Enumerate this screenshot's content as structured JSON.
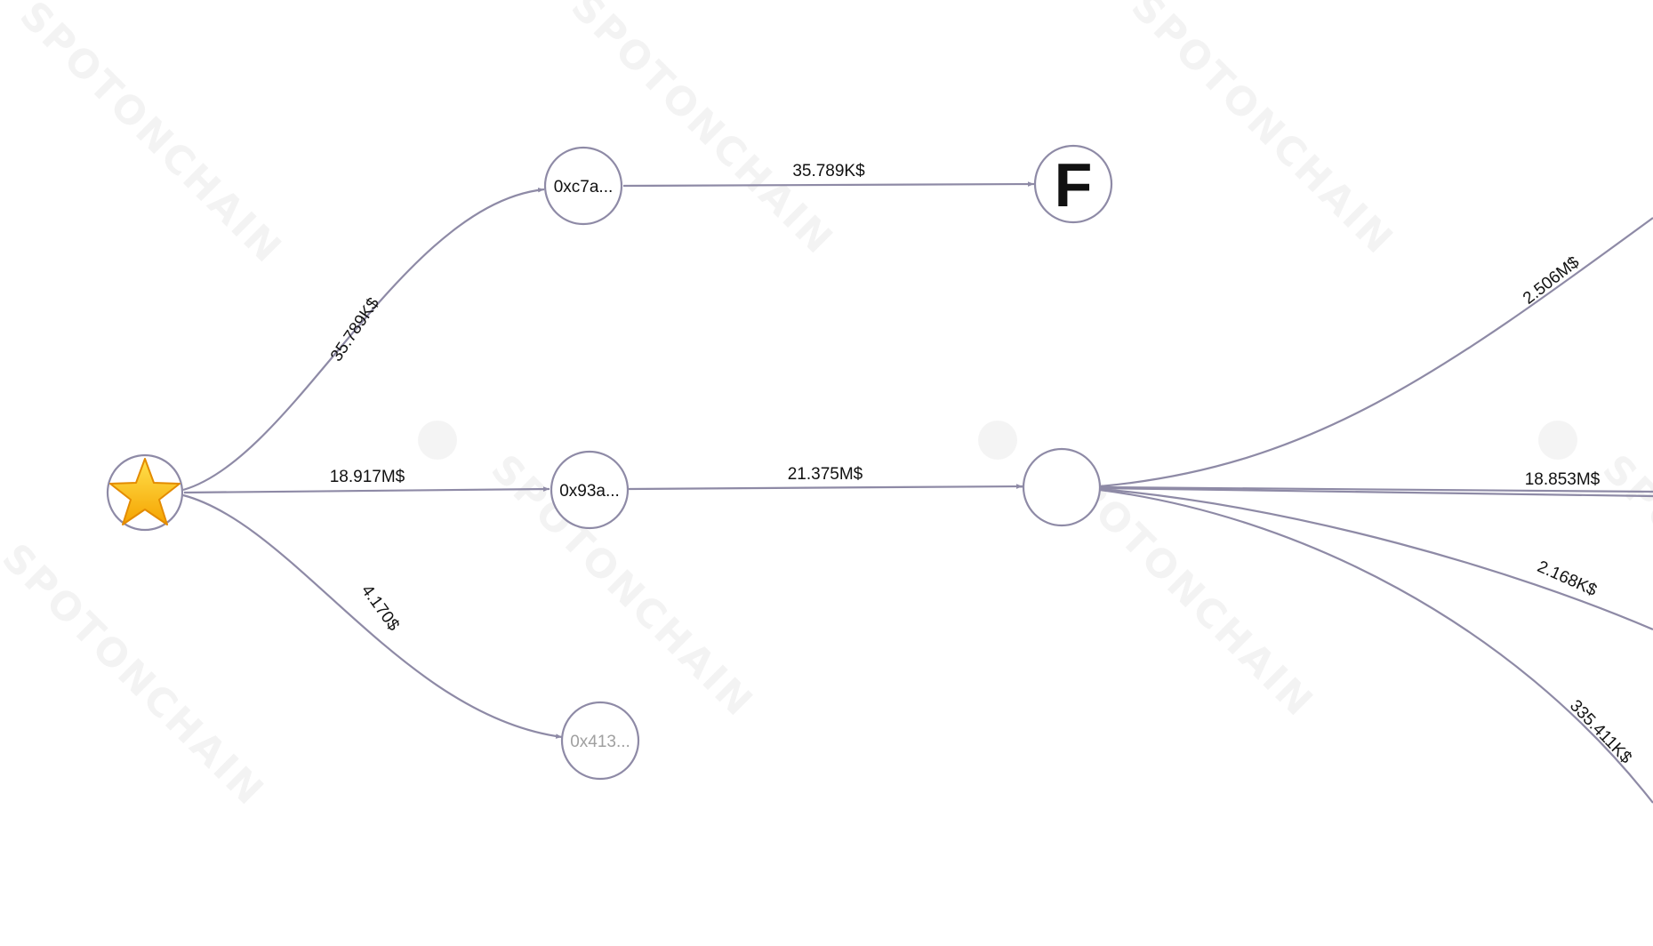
{
  "watermark": {
    "text": "SPOTONCHAIN"
  },
  "colors": {
    "edge": "#8e8aa6",
    "node_border": "#8e8aa6",
    "text": "#111111",
    "muted_text": "#a0a0a0",
    "background": "#ffffff"
  },
  "nodes": {
    "source": {
      "icon": "star-icon",
      "glyph": "⭐"
    },
    "n1": {
      "label": "0xc7a..."
    },
    "n2": {
      "label": "0x93a..."
    },
    "n3": {
      "label": "0x413..."
    },
    "f": {
      "label": "F"
    },
    "hub": {
      "label": ""
    }
  },
  "edges": {
    "e1": {
      "label": "35.789K$"
    },
    "e2": {
      "label": "18.917M$"
    },
    "e3": {
      "label": "4.170$"
    },
    "e4": {
      "label": "35.789K$"
    },
    "e5": {
      "label": "21.375M$"
    },
    "e6": {
      "label": "2.506M$"
    },
    "e7": {
      "label": "18.853M$"
    },
    "e8": {
      "label": "2.168K$"
    },
    "e9": {
      "label": "335.411K$"
    }
  }
}
